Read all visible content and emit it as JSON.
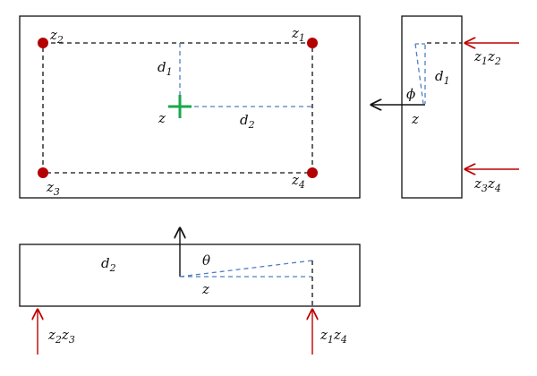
{
  "colors": {
    "frame": "#111111",
    "dashed_black": "#111111",
    "dashed_blue": "#4f7fc4",
    "corner_point": "#b30000",
    "center_mark": "#1aa84a",
    "load_arrow": "#c00000",
    "axis_arrow": "#111111"
  },
  "labels": {
    "z1": {
      "base": "z",
      "sub": "1"
    },
    "z2": {
      "base": "z",
      "sub": "2"
    },
    "z3": {
      "base": "z",
      "sub": "3"
    },
    "z4": {
      "base": "z",
      "sub": "4"
    },
    "z_center": "z",
    "d1": {
      "base": "d",
      "sub": "1"
    },
    "d2": {
      "base": "d",
      "sub": "2"
    },
    "phi": "ϕ",
    "theta": "θ",
    "side_z": "z",
    "side_d1": {
      "base": "d",
      "sub": "1"
    },
    "force_z1z2": {
      "b1": "z",
      "s1": "1",
      "b2": "z",
      "s2": "2"
    },
    "force_z3z4": {
      "b1": "z",
      "s1": "3",
      "b2": "z",
      "s2": "4"
    },
    "front_d2": {
      "base": "d",
      "sub": "2"
    },
    "front_z": "z",
    "force_z2z3": {
      "b1": "z",
      "s1": "2",
      "b2": "z",
      "s2": "3"
    },
    "force_z1z4": {
      "b1": "z",
      "s1": "1",
      "b2": "z",
      "s2": "4"
    }
  },
  "icons": {
    "corner": "corner-point-icon",
    "center": "center-cross-icon",
    "force": "force-arrow-icon"
  }
}
